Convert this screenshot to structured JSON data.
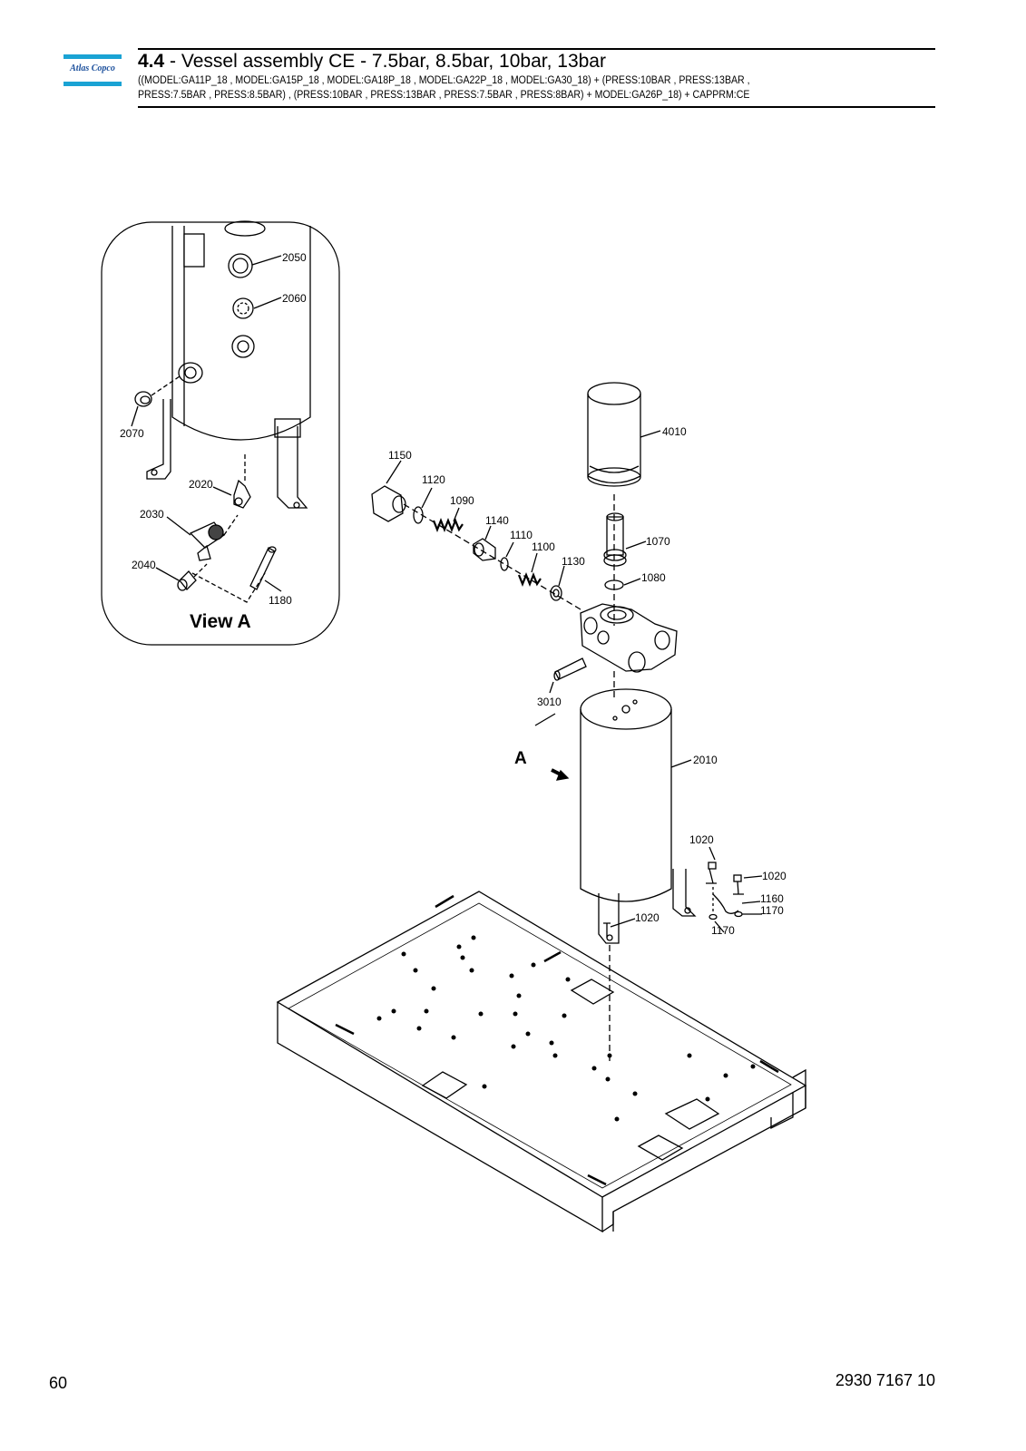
{
  "header": {
    "logo_text": "Atlas Copco",
    "section_number": "4.4",
    "title": " - Vessel assembly CE - 7.5bar, 8.5bar, 10bar, 13bar",
    "subtitle_line1": "((MODEL:GA11P_18 , MODEL:GA15P_18 , MODEL:GA18P_18 , MODEL:GA22P_18 , MODEL:GA30_18) + (PRESS:10BAR , PRESS:13BAR ,",
    "subtitle_line2": "PRESS:7.5BAR , PRESS:8.5BAR) , (PRESS:10BAR , PRESS:13BAR , PRESS:7.5BAR , PRESS:8BAR) + MODEL:GA26P_18) + CAPPRM:CE"
  },
  "view_a": {
    "caption": "View A",
    "callouts": [
      "2050",
      "2060",
      "2070",
      "2020",
      "2030",
      "2040",
      "1180"
    ]
  },
  "view_marker": "A",
  "callouts": {
    "c4010": "4010",
    "c1150": "1150",
    "c1120": "1120",
    "c1090": "1090",
    "c1140": "1140",
    "c1110": "1110",
    "c1100": "1100",
    "c1130": "1130",
    "c1070": "1070",
    "c1080": "1080",
    "c3010": "3010",
    "c2010": "2010",
    "c1020a": "1020",
    "c1020b": "1020",
    "c1020c": "1020",
    "c1160": "1160",
    "c1170a": "1170",
    "c1170b": "1170"
  },
  "footer": {
    "page_number": "60",
    "document_number": "2930 7167 10"
  }
}
